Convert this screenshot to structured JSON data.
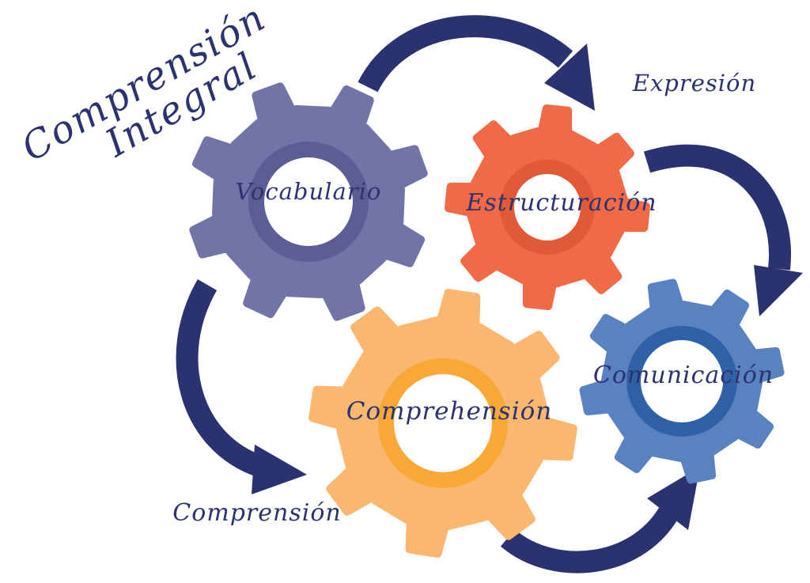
{
  "title": {
    "line1": "Comprensión",
    "line2": "Integral"
  },
  "gears": {
    "vocabulario": {
      "label": "Vocabulario",
      "color": "#7274a7",
      "ring": "#5c5d93"
    },
    "estructuracion": {
      "label": "Estructuración",
      "color": "#f06a47",
      "ring": "#e15a38"
    },
    "comprehension": {
      "label": "Comprehensión",
      "color": "#f9b76f",
      "ring": "#f8a836"
    },
    "comunicacion": {
      "label": "Comunicación",
      "color": "#5b82c0",
      "ring": "#2e61a6"
    }
  },
  "arrows": {
    "expresion": "Expresión",
    "comprension": "Comprensión"
  },
  "colors": {
    "arrow": "#2b3270",
    "text": "#2b3270"
  }
}
